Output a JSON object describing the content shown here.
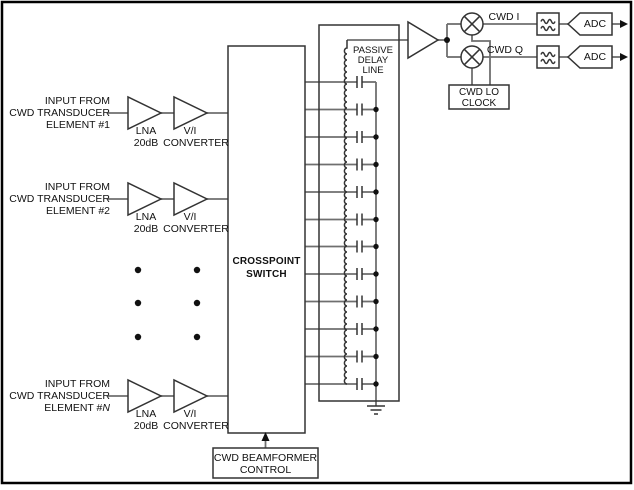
{
  "figure": {
    "background": "#ffffff",
    "border_color": "#000000"
  },
  "colors": {
    "outline": "#333333",
    "wire": "#6f6f6f",
    "text": "#111111"
  },
  "channels": [
    {
      "input_lines": [
        "INPUT FROM",
        "CWD TRANSDUCER",
        "ELEMENT #1"
      ],
      "lna": "LNA",
      "lna_gain": "20dB",
      "vi": "V/I",
      "vi_name": "CONVERTER"
    },
    {
      "input_lines": [
        "INPUT FROM",
        "CWD TRANSDUCER",
        "ELEMENT #2"
      ],
      "lna": "LNA",
      "lna_gain": "20dB",
      "vi": "V/I",
      "vi_name": "CONVERTER"
    },
    {
      "input_lines": [
        "INPUT FROM",
        "CWD TRANSDUCER"
      ],
      "element_prefix": "ELEMENT #",
      "element_italic": "N",
      "lna": "LNA",
      "lna_gain": "20dB",
      "vi": "V/I",
      "vi_name": "CONVERTER"
    }
  ],
  "crosspoint": {
    "line1": "CROSSPOINT",
    "line2": "SWITCH"
  },
  "delay_line": {
    "line1": "PASSIVE",
    "line2": "DELAY",
    "line3": "LINE",
    "taps": 12
  },
  "outputs": {
    "i_label": "CWD I",
    "q_label": "CWD Q",
    "adc": "ADC"
  },
  "lo_clock": {
    "line1": "CWD LO",
    "line2": "CLOCK"
  },
  "control": {
    "line1": "CWD BEAMFORMER",
    "line2": "CONTROL"
  }
}
